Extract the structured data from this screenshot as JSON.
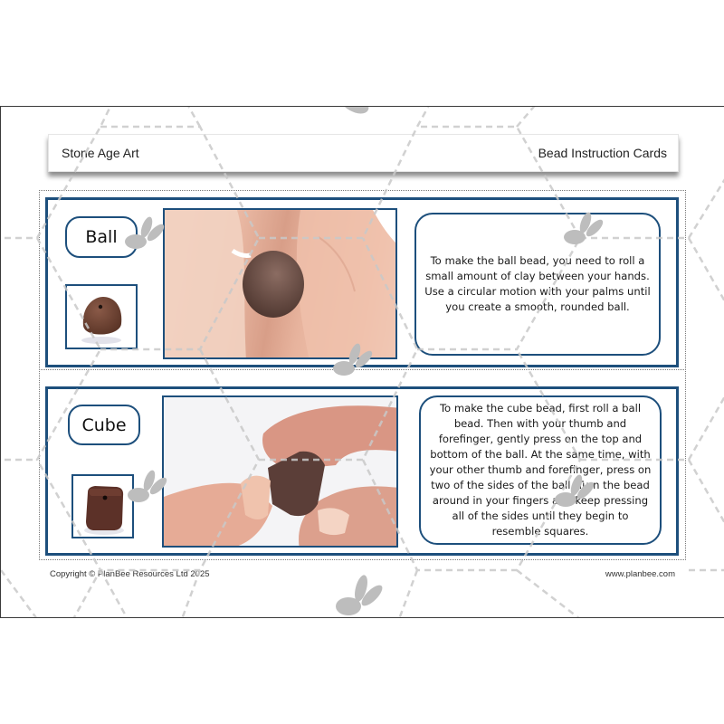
{
  "header": {
    "left_title": "Stone Age Art",
    "right_title": "Bead Instruction Cards"
  },
  "cards": [
    {
      "label": "Ball",
      "thumbnail": "ball-bead-image",
      "photo": "hands-rolling-ball-photo",
      "instructions": "To make the ball bead, you need to roll a small amount of clay between your hands. Use a circular motion with your palms until you create a smooth, rounded ball."
    },
    {
      "label": "Cube",
      "thumbnail": "cube-bead-image",
      "photo": "fingers-pressing-cube-photo",
      "instructions": "To make the cube bead, first roll a ball bead. Then with your thumb and forefinger, gently press on the top and bottom of the ball. At the same time, with your other thumb and forefinger, press on two of the sides of the ball. Turn the bead around in your fingers and keep pressing all of the sides until they begin to resemble squares."
    }
  ],
  "footer": {
    "copyright": "Copyright © PlanBee Resources Ltd 2025",
    "website": "www.planbee.com"
  },
  "colors": {
    "card_border": "#1d4f7c",
    "clay": "#6b4234",
    "watermark": "#c4c4c4"
  }
}
